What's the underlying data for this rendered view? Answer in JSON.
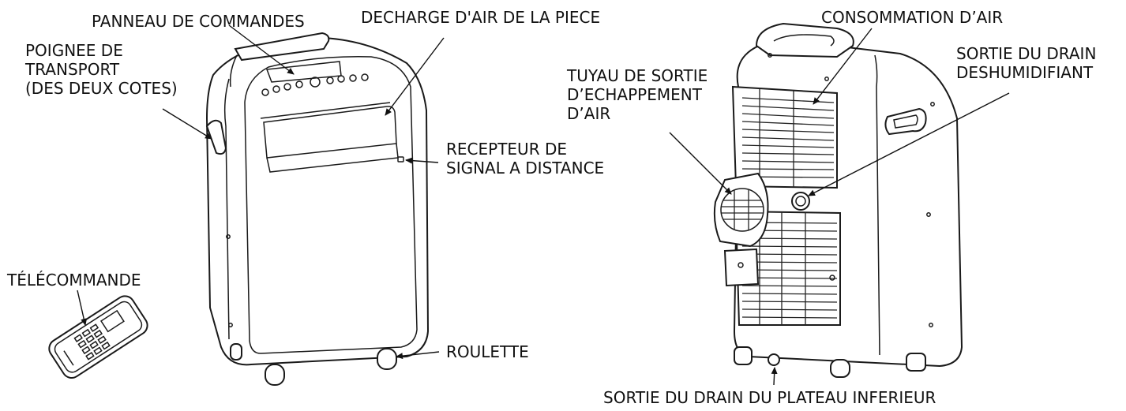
{
  "labels": {
    "control_panel": "PANNEAU DE COMMANDES",
    "room_air_discharge": "DECHARGE D'AIR DE LA PIECE",
    "carry_handle": [
      "POIGNEE DE",
      "TRANSPORT",
      "(DES DEUX COTES)"
    ],
    "remote_receiver": [
      "RECEPTEUR DE",
      "SIGNAL A DISTANCE"
    ],
    "remote_control": "TÉLÉCOMMANDE",
    "caster": "ROULETTE",
    "air_intake": "CONSOMMATION D’AIR",
    "exhaust_outlet": [
      "TUYAU DE SORTIE",
      "D’ECHAPPEMENT",
      "D’AIR"
    ],
    "dehumidifier_drain": [
      "SORTIE DU DRAIN",
      "DESHUMIDIFIANT"
    ],
    "bottom_tray_drain": "SORTIE DU DRAIN DU PLATEAU INFERIEUR"
  },
  "colors": {
    "line": "#1a1a1a",
    "background": "#ffffff"
  }
}
